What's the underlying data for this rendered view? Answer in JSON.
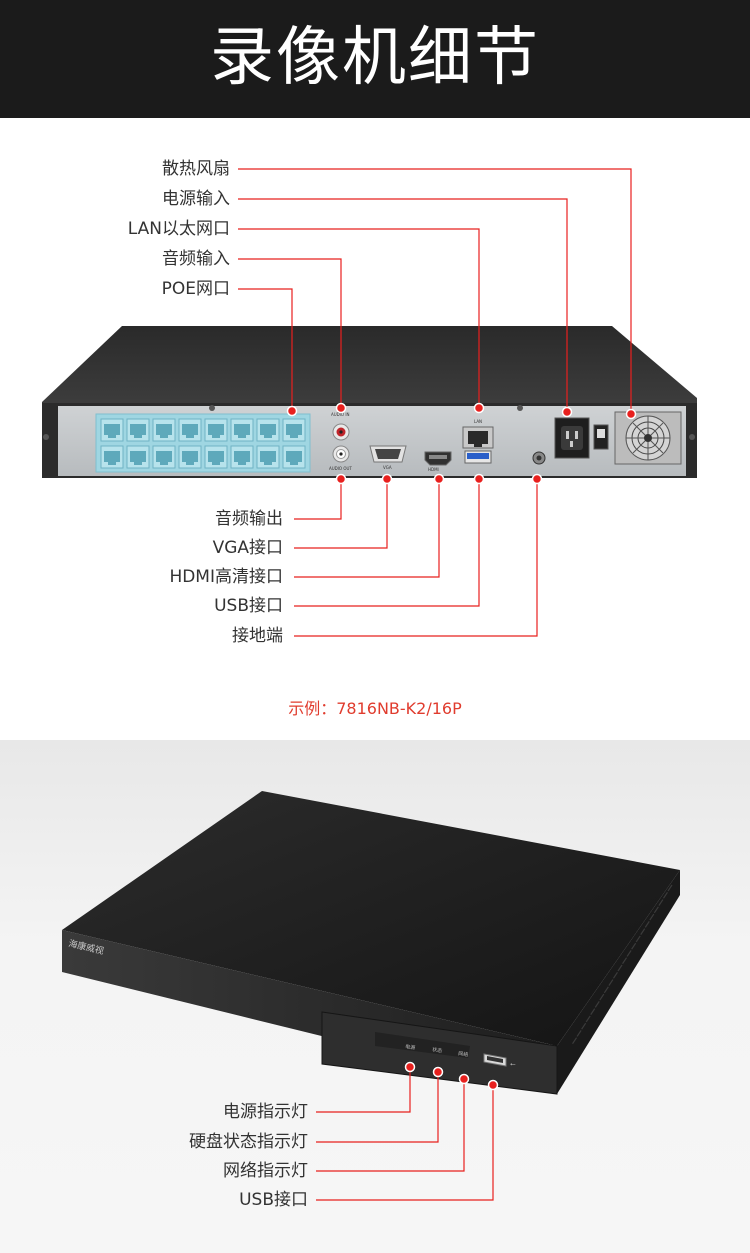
{
  "header": {
    "title": "录像机细节"
  },
  "rear_panel": {
    "labels_top": [
      "散热风扇",
      "电源输入",
      "LAN以太网口",
      "音频输入",
      "POE网口"
    ],
    "labels_bottom": [
      "音频输出",
      "VGA接口",
      "HDMI高清接口",
      "USB接口",
      "接地端"
    ],
    "panel_text": {
      "audio_in": "AUDIO IN",
      "audio_out": "AUDIO OUT",
      "vga": "VGA",
      "lan": "LAN"
    }
  },
  "caption": "示例：7816NB-K2/16P",
  "front_panel": {
    "labels": [
      "电源指示灯",
      "硬盘状态指示灯",
      "网络指示灯",
      "USB接口"
    ],
    "brand_text": "海康威视",
    "indicator_text": [
      "电源",
      "状态",
      "网络"
    ]
  },
  "colors": {
    "accent": "#e8201e",
    "header_bg": "#1b1b1b",
    "poe_block": "#9fd6e2"
  },
  "icons": [
    "fan-icon",
    "power-socket-icon",
    "ethernet-port-icon",
    "hdmi-port-icon",
    "vga-port-icon",
    "usb-port-icon",
    "usb-symbol-icon",
    "ground-terminal-icon"
  ]
}
